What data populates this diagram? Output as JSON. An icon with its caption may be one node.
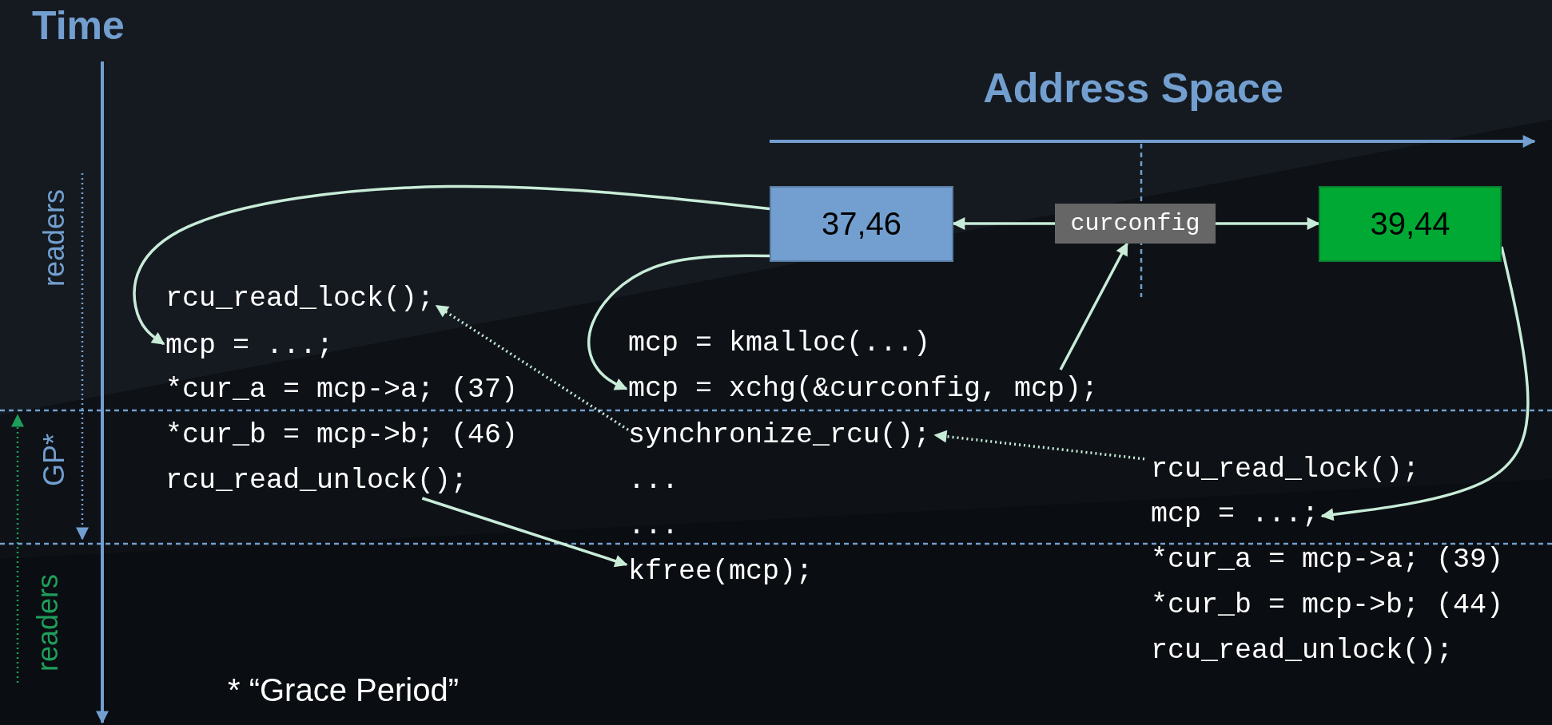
{
  "diagram": {
    "nodes": [
      {
        "text": [
          "37,46"
        ]
      },
      {
        "text": [
          "curconfig"
        ]
      },
      {
        "text": [
          "39,44"
        ]
      },
      {
        "text": [
          "rcu_read_lock();"
        ]
      },
      {
        "text": [
          "mcp = ...;"
        ]
      },
      {
        "text": [
          "mcp = xchg(&curconfig, mcp);"
        ]
      },
      {
        "text": [
          "synchronize_rcu();"
        ]
      },
      {
        "text": [
          "rcu_read_unlock();"
        ]
      },
      {
        "text": [
          "kfree(mcp);"
        ]
      },
      {
        "text": [
          "rcu_read_lock();"
        ]
      },
      {
        "text": [
          "mcp = ...;"
        ]
      }
    ],
    "edges": [
      {
        "from": 0,
        "to": 4,
        "arrow": "to"
      },
      {
        "from": 0,
        "to": 5,
        "arrow": "to"
      },
      {
        "from": 1,
        "to": 0,
        "arrow": "to"
      },
      {
        "from": 1,
        "to": 2,
        "arrow": "to"
      },
      {
        "from": 5,
        "to": 1,
        "arrow": "to"
      },
      {
        "from": 6,
        "to": 3,
        "arrow": "to",
        "style": "dashed"
      },
      {
        "from": 9,
        "to": 6,
        "arrow": "to",
        "style": "dashed"
      },
      {
        "from": 7,
        "to": 8,
        "arrow": "to"
      },
      {
        "from": 2,
        "to": 10,
        "arrow": "to"
      }
    ],
    "labels": [
      "Time",
      "Address Space",
      "readers",
      "GP*",
      "readers",
      "*cur_a = mcp->a; (37)",
      "*cur_b = mcp->b; (46)",
      "mcp = kmalloc(...)",
      "...",
      "...",
      "*cur_a = mcp->a; (39)",
      "*cur_b = mcp->b; (44)",
      "rcu_read_unlock();",
      "* “Grace Period”"
    ]
  }
}
